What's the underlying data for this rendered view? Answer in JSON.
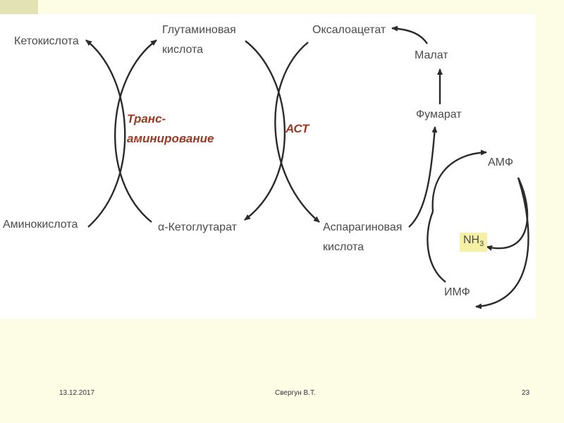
{
  "diagram": {
    "left_cycle": {
      "top_left": "Кетокислота",
      "top_right_line1": "Глутаминовая",
      "top_right_line2": "кислота",
      "bottom_left": "Аминокислота",
      "bottom_right": "α-Кетоглутарат",
      "enzyme_line1": "Транс-",
      "enzyme_line2": "аминирование"
    },
    "middle_cycle": {
      "top_right": "Оксалоацетат",
      "bottom_right_line1": "Аспарагиновая",
      "bottom_right_line2": "кислота",
      "enzyme": "АСТ"
    },
    "right_path": {
      "malate": "Малат",
      "fumarate": "Фумарат",
      "amp": "АМФ",
      "nh3": "NH",
      "nh3_subscript": "3",
      "imp": "ИМФ"
    },
    "colors": {
      "arrow": "#2b2b2b",
      "enzyme": "#9a3a22",
      "highlight": "#f6f0a4"
    }
  },
  "footer": {
    "date": "13.12.2017",
    "author": "Свергун В.Т.",
    "page": "23"
  }
}
